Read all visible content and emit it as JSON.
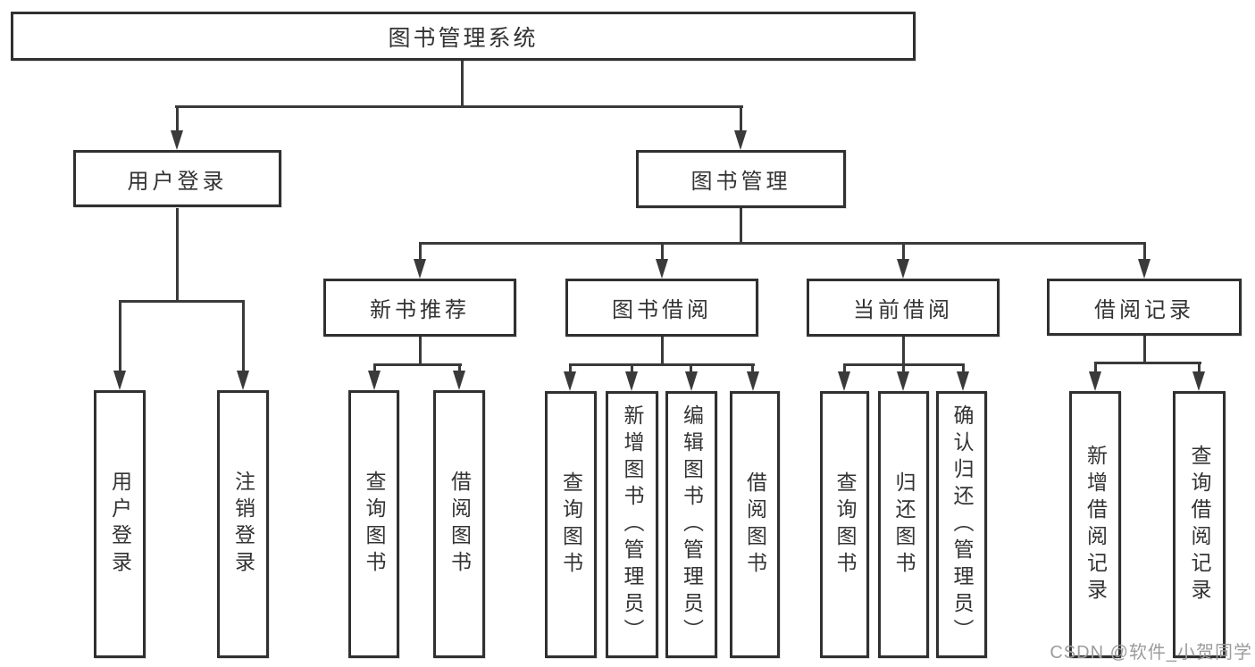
{
  "diagram": {
    "title_note": "functional structure chart",
    "root": {
      "label": "图书管理系统"
    },
    "level2": [
      {
        "label": "用户登录"
      },
      {
        "label": "图书管理"
      }
    ],
    "level3": [
      {
        "label": "新书推荐"
      },
      {
        "label": "图书借阅"
      },
      {
        "label": "当前借阅"
      },
      {
        "label": "借阅记录"
      }
    ],
    "leaves": {
      "user_login": [
        {
          "label": "用户登录"
        },
        {
          "label": "注销登录"
        }
      ],
      "new_books": [
        {
          "label": "查询图书"
        },
        {
          "label": "借阅图书"
        }
      ],
      "book_borrow": [
        {
          "label": "查询图书"
        },
        {
          "label": "新增图书（管理员）"
        },
        {
          "label": "编辑图书（管理员）"
        },
        {
          "label": "借阅图书"
        }
      ],
      "current_borrow": [
        {
          "label": "查询图书"
        },
        {
          "label": "归还图书"
        },
        {
          "label": "确认归还（管理员）"
        }
      ],
      "borrow_records": [
        {
          "label": "新增借阅记录"
        },
        {
          "label": "查询借阅记录"
        }
      ]
    },
    "colors": {
      "line": "#3a3a3a",
      "box_border": "#303030",
      "text": "#333333",
      "background": "#ffffff",
      "watermark": "#9c9c9c"
    }
  },
  "watermark": {
    "text": "CSDN @软件_小贺同学"
  }
}
